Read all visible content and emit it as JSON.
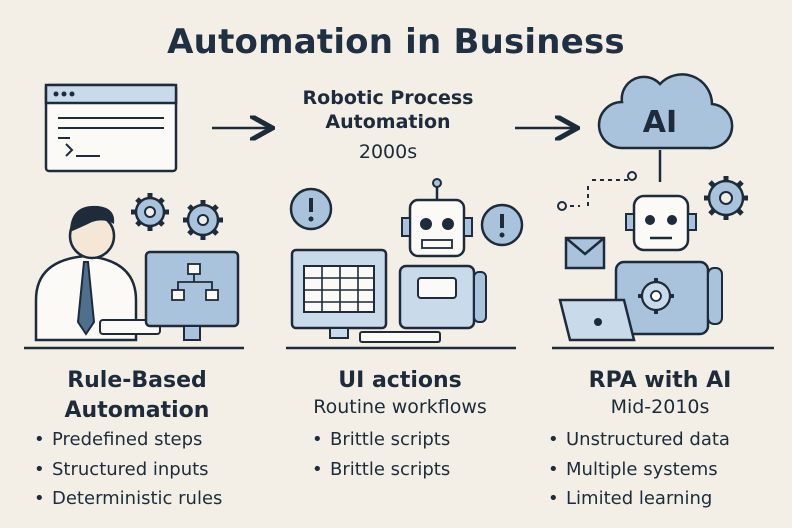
{
  "title": "Automation in Business",
  "middle_header": {
    "label_line1": "Robotic Process",
    "label_line2": "Automation",
    "year": "2000s"
  },
  "ai_cloud_label": "AI",
  "columns": [
    {
      "title_line1": "Rule-Based",
      "title_line2": "Automation",
      "bullets": [
        "Predefined steps",
        "Structured inputs",
        "Deterministic rules"
      ]
    },
    {
      "title_line1": "UI actions",
      "subtitle": "Routine workflows",
      "bullets": [
        "Brittle scripts",
        "Brittle scripts"
      ]
    },
    {
      "title_line1": "RPA with AI",
      "subtitle": "Mid-2010s",
      "bullets": [
        "Unstructured data",
        "Multiple systems",
        "Limited learning"
      ]
    }
  ],
  "colors": {
    "background": "#f3efe6",
    "ink": "#1d2b3a",
    "accent_blue": "#a9c3dc",
    "light_blue": "#c9dbea"
  }
}
